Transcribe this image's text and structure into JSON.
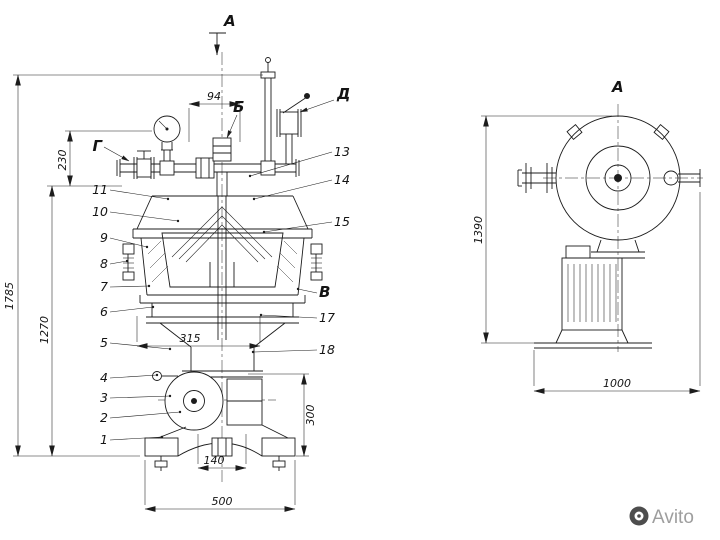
{
  "drawing": {
    "section_arrow_label": "А",
    "side_view_label": "А",
    "connections": {
      "b": "Б",
      "v": "В",
      "g": "Г",
      "d": "Д"
    },
    "parts_left": [
      "11",
      "10",
      "9",
      "8",
      "7",
      "6",
      "5",
      "4",
      "3",
      "2",
      "1"
    ],
    "parts_right": [
      "13",
      "14",
      "15",
      "17",
      "18"
    ],
    "dims": {
      "d1785": "1785",
      "d1270": "1270",
      "d230": "230",
      "d94": "94",
      "d315": "315",
      "d300": "300",
      "d140": "140",
      "d500": "500",
      "d1390": "1390",
      "d1000": "1000"
    }
  },
  "watermark": {
    "brand": "Avito"
  },
  "colors": {
    "line": "#1c1c1c",
    "background": "#ffffff",
    "watermark_text": "#9e9e9e",
    "watermark_icon": "#4d4d4d"
  }
}
